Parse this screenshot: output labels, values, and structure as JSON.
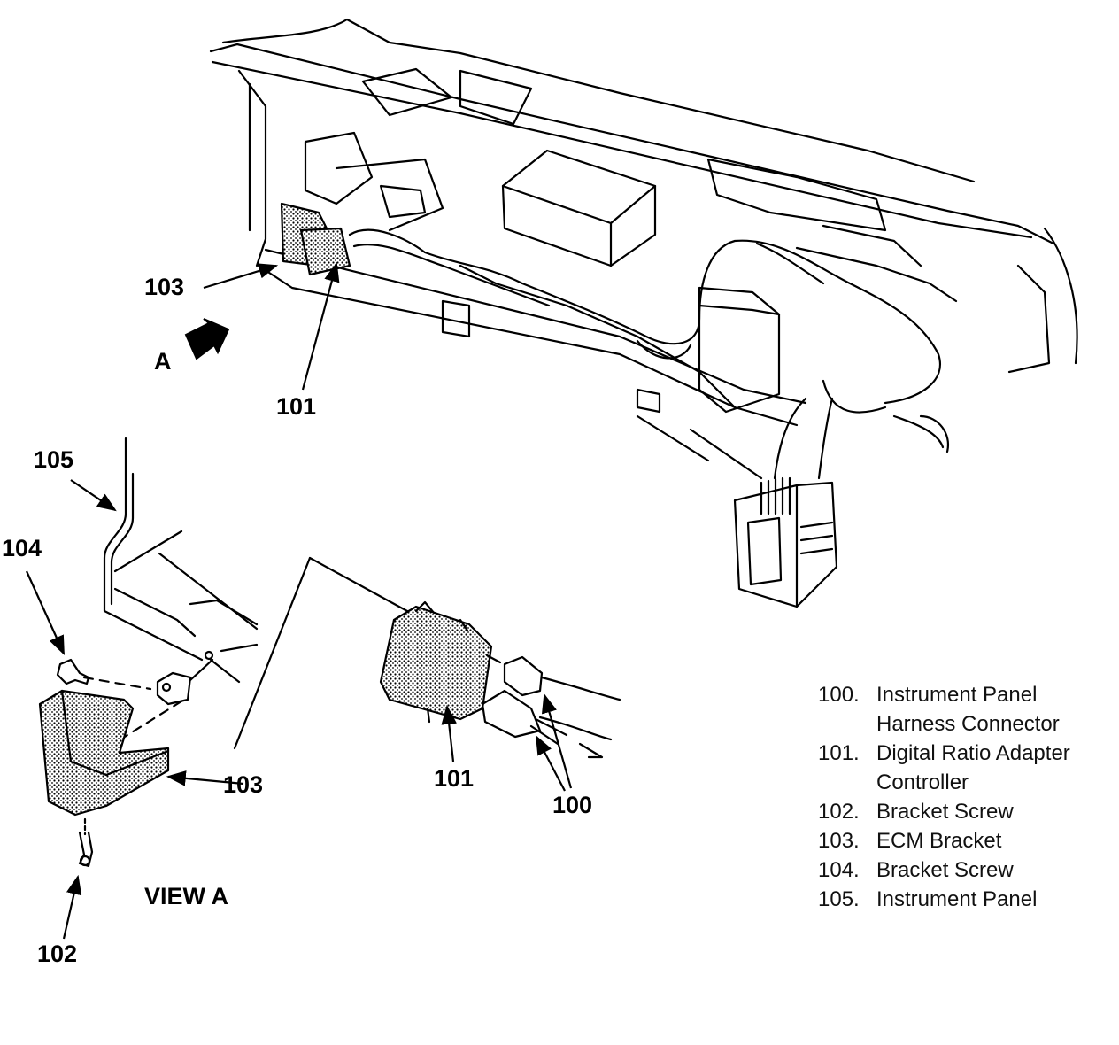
{
  "callouts": {
    "c103_top": "103",
    "c101_top": "101",
    "view_arrow_letter": "A",
    "c105": "105",
    "c104": "104",
    "c103_view": "103",
    "c102": "102",
    "c101_detail": "101",
    "c100_detail": "100",
    "view_title": "VIEW A"
  },
  "legend": [
    {
      "num": "100.",
      "line1": "Instrument Panel",
      "line2": "Harness Connector"
    },
    {
      "num": "101.",
      "line1": "Digital Ratio Adapter",
      "line2": "Controller"
    },
    {
      "num": "102.",
      "line1": "Bracket Screw"
    },
    {
      "num": "103.",
      "line1": "ECM Bracket"
    },
    {
      "num": "104.",
      "line1": "Bracket Screw"
    },
    {
      "num": "105.",
      "line1": "Instrument Panel"
    }
  ]
}
